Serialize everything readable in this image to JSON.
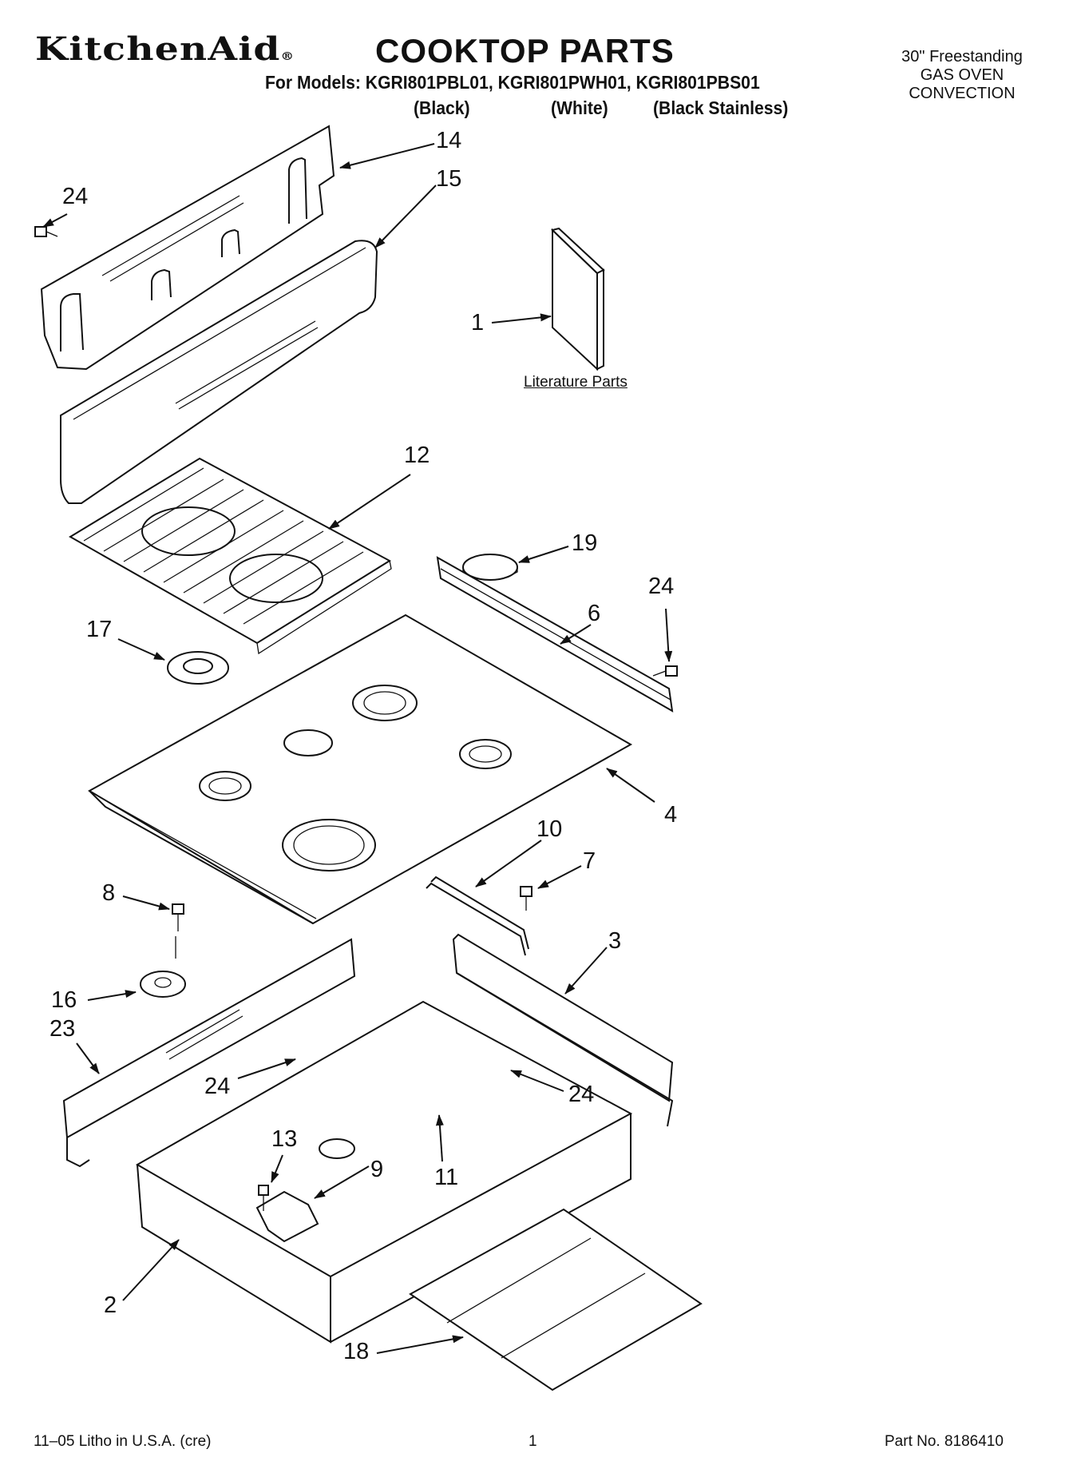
{
  "header": {
    "brand": "KitchenAid",
    "brand_mark": "®",
    "title": "COOKTOP PARTS",
    "models_line": "For Models: KGRI801PBL01, KGRI801PWH01, KGRI801PBS01",
    "variants": [
      "(Black)",
      "(White)",
      "(Black Stainless)"
    ],
    "spec_lines": [
      "30\" Freestanding",
      "GAS OVEN",
      "CONVECTION"
    ]
  },
  "diagram": {
    "literature_label": "Literature Parts",
    "callouts": [
      {
        "id": "c14",
        "text": "14"
      },
      {
        "id": "c15",
        "text": "15"
      },
      {
        "id": "c24a",
        "text": "24"
      },
      {
        "id": "c1",
        "text": "1"
      },
      {
        "id": "c12",
        "text": "12"
      },
      {
        "id": "c19",
        "text": "19"
      },
      {
        "id": "c24b",
        "text": "24"
      },
      {
        "id": "c6",
        "text": "6"
      },
      {
        "id": "c17",
        "text": "17"
      },
      {
        "id": "c4",
        "text": "4"
      },
      {
        "id": "c10",
        "text": "10"
      },
      {
        "id": "c7",
        "text": "7"
      },
      {
        "id": "c8",
        "text": "8"
      },
      {
        "id": "c3",
        "text": "3"
      },
      {
        "id": "c16",
        "text": "16"
      },
      {
        "id": "c23",
        "text": "23"
      },
      {
        "id": "c24c",
        "text": "24"
      },
      {
        "id": "c24d",
        "text": "24"
      },
      {
        "id": "c13",
        "text": "13"
      },
      {
        "id": "c9",
        "text": "9"
      },
      {
        "id": "c11",
        "text": "11"
      },
      {
        "id": "c2",
        "text": "2"
      },
      {
        "id": "c18",
        "text": "18"
      }
    ]
  },
  "footer": {
    "left": "11–05 Litho in U.S.A. (cre)",
    "page": "1",
    "part_no": "Part No. 8186410"
  }
}
